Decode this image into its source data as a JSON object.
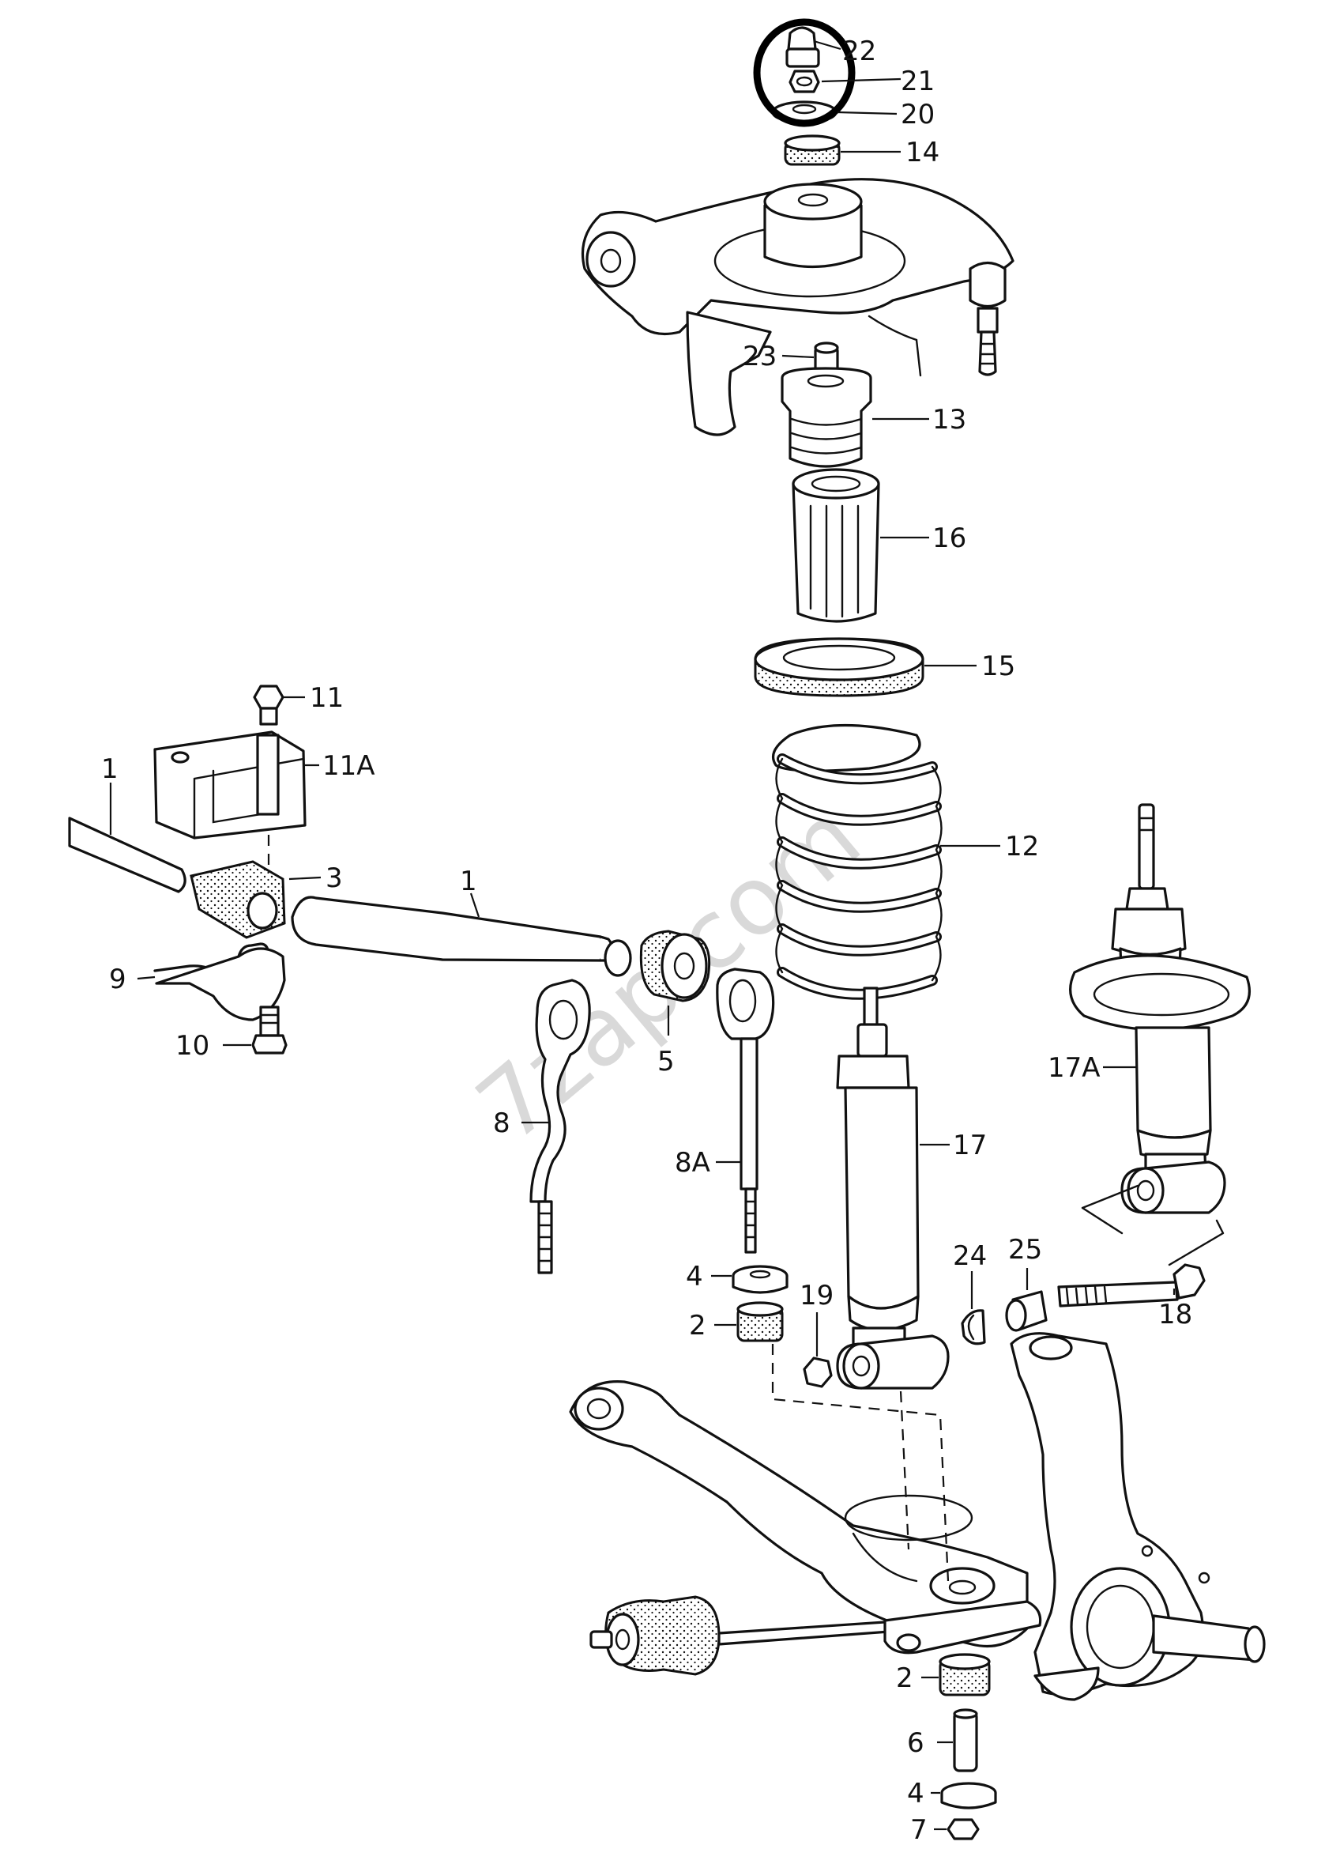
{
  "watermark": "7zap.com",
  "callouts": [
    {
      "id": "c22",
      "text": "22"
    },
    {
      "id": "c21",
      "text": "21"
    },
    {
      "id": "c20",
      "text": "20"
    },
    {
      "id": "c14",
      "text": "14"
    },
    {
      "id": "c23",
      "text": "23"
    },
    {
      "id": "c13",
      "text": "13"
    },
    {
      "id": "c16",
      "text": "16"
    },
    {
      "id": "c15",
      "text": "15"
    },
    {
      "id": "c11",
      "text": "11"
    },
    {
      "id": "c11A",
      "text": "11A"
    },
    {
      "id": "c1a",
      "text": "1"
    },
    {
      "id": "c1b",
      "text": "1"
    },
    {
      "id": "c3",
      "text": "3"
    },
    {
      "id": "c12",
      "text": "12"
    },
    {
      "id": "c9",
      "text": "9"
    },
    {
      "id": "c10",
      "text": "10"
    },
    {
      "id": "c5",
      "text": "5"
    },
    {
      "id": "c8",
      "text": "8"
    },
    {
      "id": "c8A",
      "text": "8A"
    },
    {
      "id": "c17",
      "text": "17"
    },
    {
      "id": "c17A",
      "text": "17A"
    },
    {
      "id": "c4a",
      "text": "4"
    },
    {
      "id": "c2a",
      "text": "2"
    },
    {
      "id": "c19",
      "text": "19"
    },
    {
      "id": "c24",
      "text": "24"
    },
    {
      "id": "c25",
      "text": "25"
    },
    {
      "id": "c18",
      "text": "18"
    },
    {
      "id": "c2b",
      "text": "2"
    },
    {
      "id": "c6",
      "text": "6"
    },
    {
      "id": "c4b",
      "text": "4"
    },
    {
      "id": "c7",
      "text": "7"
    }
  ]
}
